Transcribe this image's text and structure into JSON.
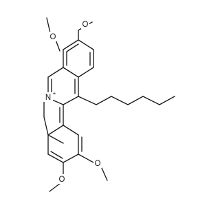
{
  "molecule": {
    "atoms": {
      "o_top_right": "O",
      "o_top_left": "O",
      "n_ring": "N",
      "n_charge": "+",
      "o_bottom_right": "O",
      "o_bottom_left": "O"
    }
  }
}
